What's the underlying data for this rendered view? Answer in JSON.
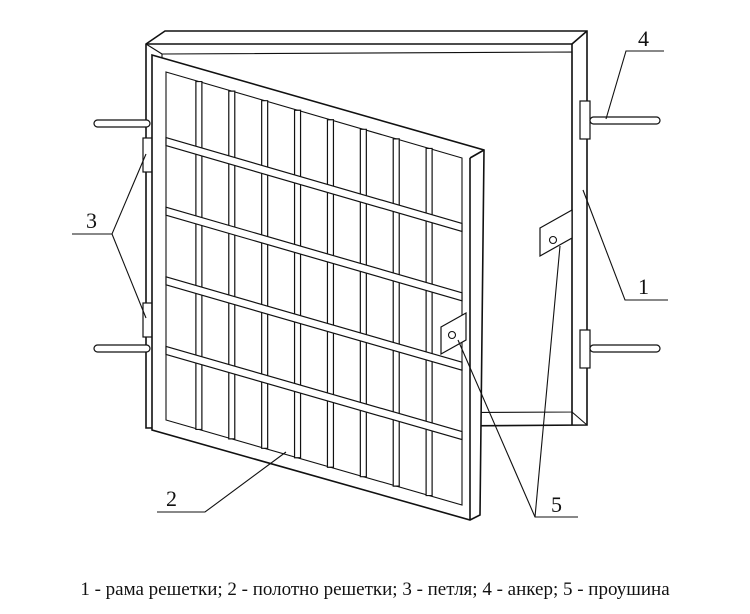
{
  "labels": {
    "l1": "1",
    "l2": "2",
    "l3": "3",
    "l4": "4",
    "l5": "5"
  },
  "caption": "1 - рама решетки;  2 - полотно решетки;  3 - петля;  4 - анкер;  5 - проушина"
}
